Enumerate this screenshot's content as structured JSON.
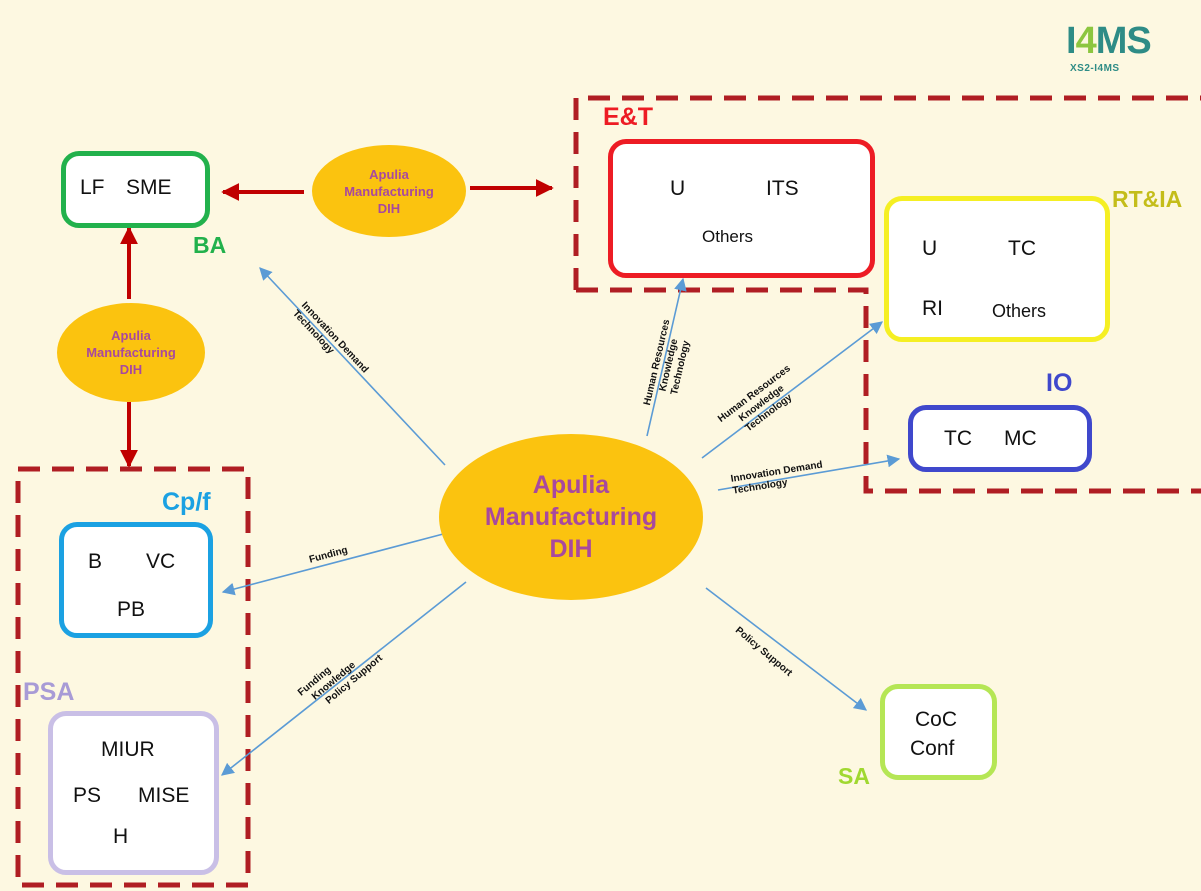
{
  "logo": {
    "main_text": "I4MS",
    "main_prefix": "I",
    "main_plus": "4",
    "main_suffix": "MS",
    "subtitle": "XS2-I4MS"
  },
  "center": {
    "line1": "Apulia",
    "line2": "Manufacturing",
    "line3": "DIH"
  },
  "small_ovals": [
    {
      "line1": "Apulia",
      "line2": "Manufacturing",
      "line3": "DIH"
    },
    {
      "line1": "Apulia",
      "line2": "Manufacturing",
      "line3": "DIH"
    }
  ],
  "groups": {
    "ba": {
      "label": "BA",
      "color": "#22b14c",
      "items": [
        "LF",
        "SME"
      ]
    },
    "et": {
      "label": "E&T",
      "color": "#ed1c24",
      "items": [
        "U",
        "ITS",
        "Others"
      ]
    },
    "rtia": {
      "label": "RT&IA",
      "color": "#c4bd1a",
      "items": [
        "U",
        "TC",
        "RI",
        "Others"
      ]
    },
    "io": {
      "label": "IO",
      "color": "#3f48cc",
      "items": [
        "TC",
        "MC"
      ]
    },
    "cpf": {
      "label": "Cp/f",
      "color": "#1ba1e2",
      "items": [
        "B",
        "VC",
        "PB"
      ]
    },
    "psa": {
      "label": "PSA",
      "color": "#a89bd6",
      "items": [
        "MIUR",
        "PS",
        "MISE",
        "H"
      ]
    },
    "sa": {
      "label": "SA",
      "color": "#a0d830",
      "items": [
        "CoC",
        "Conf"
      ]
    }
  },
  "flows": {
    "to_ba": {
      "line1": "Innovation Demand",
      "line2": "Technology"
    },
    "to_et": {
      "line1": "Human Resources",
      "line2": "Knowledge",
      "line3": "Technology"
    },
    "to_rtia": {
      "line1": "Human Resources",
      "line2": "Knowledge",
      "line3": "Technology"
    },
    "to_io": {
      "line1": "Innovation Demand",
      "line2": "Technology"
    },
    "to_cpf": {
      "line1": "Funding"
    },
    "to_psa": {
      "line1": "Funding",
      "line2": "Knowledge",
      "line3": "Policy Support"
    },
    "to_sa": {
      "line1": "Policy Support"
    }
  },
  "colors": {
    "background": "#fdf8e1",
    "oval_fill": "#fbc30f",
    "oval_text": "#a8499e",
    "dashed_border": "#b01e23",
    "red_arrow": "#c00000",
    "blue_arrow": "#5b9bd5"
  }
}
